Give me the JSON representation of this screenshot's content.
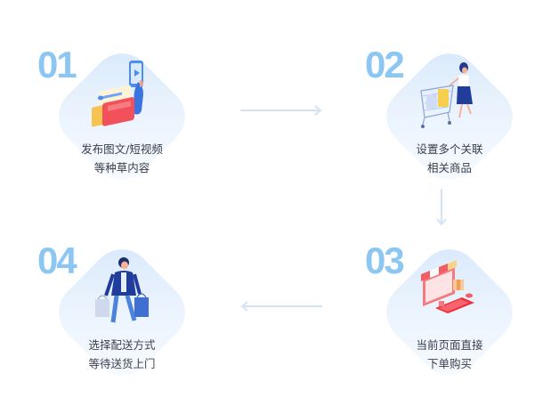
{
  "steps": [
    {
      "number": "01",
      "line1": "发布图文/短视频",
      "line2": "等种草内容",
      "icon": "phone-video-content-icon"
    },
    {
      "number": "02",
      "line1": "设置多个关联",
      "line2": "相关商品",
      "icon": "shopping-cart-woman-icon"
    },
    {
      "number": "03",
      "line1": "当前页面直接",
      "line2": "下单购买",
      "icon": "online-store-computer-icon"
    },
    {
      "number": "04",
      "line1": "选择配送方式",
      "line2": "等待送货上门",
      "icon": "man-with-shopping-bags-icon"
    }
  ],
  "arrows": [
    "arrow-right",
    "arrow-down",
    "arrow-left"
  ],
  "colors": {
    "number": "#8cc6f3",
    "diamond": "#e4f0fc",
    "arrow": "#d4e3f3",
    "text": "#3a3f4c"
  }
}
